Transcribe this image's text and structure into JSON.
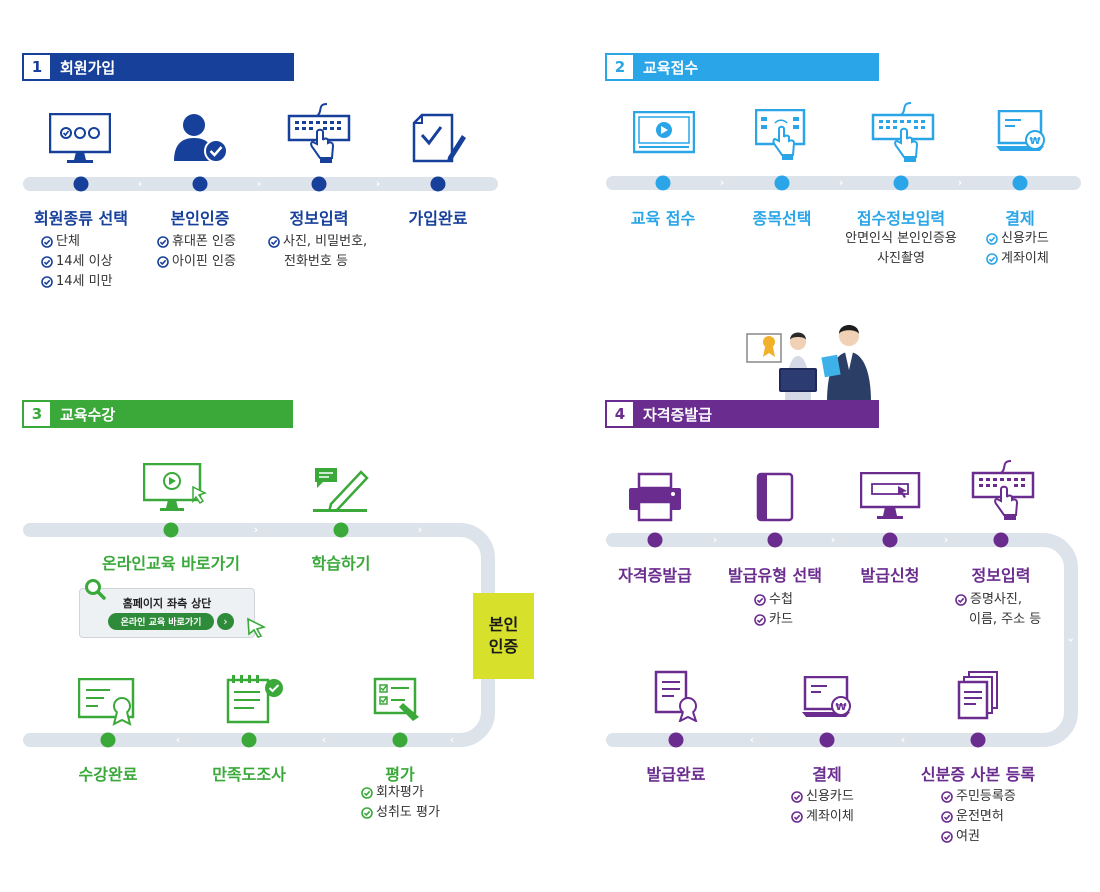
{
  "colors": {
    "navy": "#17409a",
    "sky": "#2aa5e8",
    "green": "#3aa93a",
    "purple": "#6a2c8e"
  },
  "sections": [
    {
      "num": "1",
      "title": "회원가입",
      "steps": [
        {
          "icon": "monitor-dots-icon",
          "label": "회원종류 선택",
          "items": [
            "단체",
            "14세 이상",
            "14세 미만"
          ]
        },
        {
          "icon": "user-check-icon",
          "label": "본인인증",
          "items": [
            "휴대폰 인증",
            "아이핀 인증"
          ]
        },
        {
          "icon": "keyboard-hand-icon",
          "label": "정보입력",
          "items": [
            "사진, 비밀번호,"
          ],
          "extra": "전화번호 등"
        },
        {
          "icon": "pen-paper-icon",
          "label": "가입완료",
          "items": []
        }
      ]
    },
    {
      "num": "2",
      "title": "교육접수",
      "steps": [
        {
          "icon": "video-player-icon",
          "label": "교육 접수",
          "items": []
        },
        {
          "icon": "touch-screen-icon",
          "label": "종목선택",
          "items": []
        },
        {
          "icon": "keyboard-hand-icon",
          "label": "접수정보입력",
          "notes": [
            "안면인식 본인인증용",
            "사진촬영"
          ]
        },
        {
          "icon": "laptop-won-icon",
          "label": "결제",
          "items": [
            "신용카드",
            "계좌이체"
          ]
        }
      ]
    },
    {
      "num": "3",
      "title": "교육수강",
      "steps": [
        {
          "icon": "monitor-play-icon",
          "label": "온라인교육 바로가기"
        },
        {
          "icon": "chat-pencil-icon",
          "label": "학습하기"
        },
        {
          "icon": "certificate-icon",
          "label": "수강완료"
        },
        {
          "icon": "survey-clipboard-icon",
          "label": "만족도조사"
        },
        {
          "icon": "checklist-icon",
          "label": "평가",
          "items": [
            "회차평가",
            "성취도 평가"
          ]
        }
      ],
      "hint": {
        "title": "홈페이지 좌측 상단",
        "button": "온라인 교육 바로가기",
        "arrow": "›"
      },
      "verify": [
        "본인",
        "인증"
      ]
    },
    {
      "num": "4",
      "title": "자격증발급",
      "steps": [
        {
          "icon": "printer-icon",
          "label": "자격증발급"
        },
        {
          "icon": "booklet-icon",
          "label": "발급유형 선택",
          "items": [
            "수첩",
            "카드"
          ]
        },
        {
          "icon": "monitor-cursor-icon",
          "label": "발급신청"
        },
        {
          "icon": "keyboard-hand-icon",
          "label": "정보입력",
          "items": [
            "증명사진,"
          ],
          "extra": "이름, 주소 등"
        },
        {
          "icon": "document-seal-icon",
          "label": "발급완료"
        },
        {
          "icon": "laptop-won-icon",
          "label": "결제",
          "items": [
            "신용카드",
            "계좌이체"
          ]
        },
        {
          "icon": "id-copies-icon",
          "label": "신분증 사본 등록",
          "items": [
            "주민등록증",
            "운전면허",
            "여권"
          ]
        }
      ]
    }
  ]
}
